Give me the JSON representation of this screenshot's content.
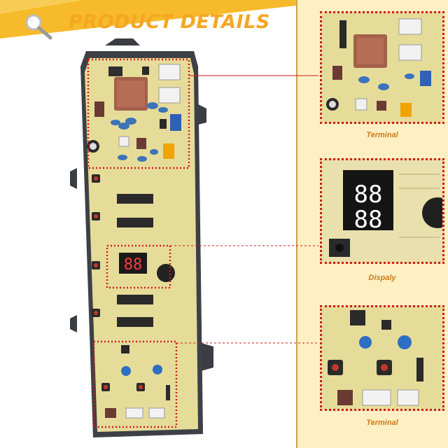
{
  "header": {
    "title": "PRODUCT DETAILS"
  },
  "colors": {
    "title_orange": "#f5a623",
    "highlight_red": "#d11b1b",
    "panel_background": "#fff0c4",
    "caption_orange": "#c97a1a",
    "pcb_yellow": "#e6dc9a"
  },
  "board": {
    "display_digits": "88"
  },
  "details": [
    {
      "caption": "Terminal",
      "icon": "terminal-closeup"
    },
    {
      "caption": "Dispaly",
      "icon": "display-closeup",
      "digits": "88"
    },
    {
      "caption": "Terminal",
      "icon": "terminal-closeup"
    }
  ]
}
